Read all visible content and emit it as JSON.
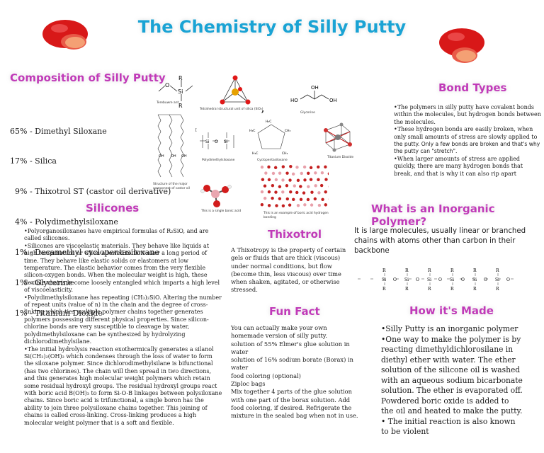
{
  "title": "The Chemistry of Silly Putty",
  "colors": {
    "title": "#1aa3d4",
    "heading": "#c03ab8",
    "pill_red": "#dd1a1a",
    "pill_orange": "#f08a55"
  },
  "composition": {
    "heading": "Composition of Silly Putty",
    "items": [
      "65% - Dimethyl Siloxane",
      "17% - Silica",
      "  9% - Thixotrol ST (castor oil derivative)",
      "  4% - Polydimethylsiloxane",
      "  1% - Decamethyl cyclopentasiloxane",
      "  1% - Glycerine",
      "  1% - Titanium Dioxide"
    ]
  },
  "structures": {
    "r_label": "R",
    "si_label": "Si",
    "o_label": "O",
    "ho_label": "HO",
    "oh_label": "OH",
    "h3c_label": "H₃C",
    "ch3_label": "CH₃",
    "siloxane_caption": "Terebuwre ant",
    "silica_caption": "Tetrahedral structural unit of silica (SiO₂)",
    "silica_comma": ",",
    "glycerine_caption": "Glycerine",
    "pdms_caption": "Polydimethylsiloxane",
    "cyclo_caption": "Cyclopentasiloxane",
    "tio2_caption": "Titanium Dioxide",
    "castor_caption": "Structure of the major component of castor oil",
    "bond_caption": "This is a single bonic acid",
    "network_caption": "This is an example of boric acid hydrogen bonding"
  },
  "bond_types": {
    "heading": "Bond  Types",
    "p1": "•The polymers in silly putty have covalent bonds within the molecules, but hydrogen bonds between the molecules.",
    "p2a": "•These hydrogen bonds are easily broken, when only small amounts of stress are slowly applied to ",
    "p2b": "the putty. Only a few bonds are broken and that's why the putty can \"stretch\".",
    "p3": "•When larger amounts of stress are applied quickly, there are many hydrogen bonds that break, and that is why it can also rip apart"
  },
  "silicones": {
    "heading": "Silicones",
    "p1": "•Polyorganosiloxanes have empirical formulas of R₂SiO, and are called silicones.",
    "p2": "•Silicones are viscoelastic materials. They behave like liquids at high temperature or when allowed to flow over a long period of time. They behave like elastic solids or elastomers at low temperature. The elastic behavior comes from the very flexible silicon-oxygen bonds. When the molecular weight is high, these flexible chains become loosely entangled which imparts a high level of viscoelasticity.",
    "p3": "•Polydimethylsiloxane has repeating (CH₃)₂SiO. Altering the number of repeat units (value of n) in the chain and the degree of cross-linking which ties multiple polymer chains together generates polymers possessing different physical properties. Since silicon-chlorine bonds are very susceptible to cleavage by water, polydimethylsiloxane can be synthesized by hydrolyzing dichlorodimethylsilane.",
    "p4": "•The initial hydrolysis reaction exothermically generates a silanol Si(CH₃)₂(OH)₂ which condenses through the loss of water to form the siloxane polymer. Since dichlorodimethylsilane is bifunctional (has two chlorines). The chain will then spread in two directions, and this generates high molecular weight polymers which retain some residual hydroxyl groups. The residual hydroxyl groups react with boric acid B(OH)₃ to form Si-O-B linkages between polysiloxane chains. Since boric acid is trifunctional, a single boron has the ability to join three polysiloxane chains together. This joining of chains is called cross-linking. Cross-linking produces a high molecular weight polymer that is a soft and flexible."
  },
  "thixotrol": {
    "heading": "Thixotrol",
    "text": "A Thixotropy is the property of certain gels or fluids that are thick (viscous) under normal conditions, but flow (become thin, less viscous) over time when shaken, agitated, or otherwise stressed."
  },
  "inorganic": {
    "heading": "What is an Inorganic Polymer?",
    "text": "It is large molecules, usually linear or branched chains with atoms other than carbon in their backbone"
  },
  "fun_fact": {
    "heading": "Fun Fact",
    "lines": [
      "You can actually make your own homemade version of silly putty.",
      "solution of 55% Elmer's glue solution in water",
      "solution of 16% sodium borate (Borax) in water",
      "food coloring (optional)",
      "Ziploc bags",
      "Mix together 4 parts of the glue solution with one part of the borax solution. Add food coloring, if desired. Refrigerate the mixture in the sealed bag when not in use."
    ]
  },
  "how_made": {
    "heading": "How it's Made",
    "items": [
      "•Silly Putty is an inorganic polymer",
      "•One way to make the polymer is by reacting dimethyldichlorosilane in diethyl ether with water. The ether solution of the silicone oil is washed with an aqueous sodium bicarbonate solution. The ether is evaporated off. Powdered boric oxide is added to the oil and heated to make the putty.",
      "• The initial reaction is also known to be violent"
    ]
  }
}
